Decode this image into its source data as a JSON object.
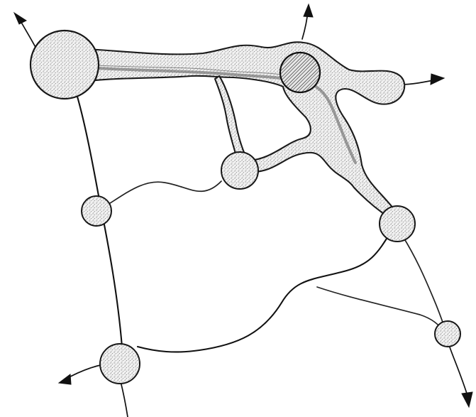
{
  "diagram": {
    "label": "",
    "elements": {
      "nodes": [
        {
          "name": "large-origin-node",
          "style": "stippled"
        },
        {
          "name": "hatched-center-node",
          "style": "hatched"
        },
        {
          "name": "branch-node",
          "style": "stippled"
        },
        {
          "name": "left-middle-node",
          "style": "stippled"
        },
        {
          "name": "right-middle-node",
          "style": "stippled"
        },
        {
          "name": "right-lower-node",
          "style": "stippled"
        },
        {
          "name": "bottom-left-node",
          "style": "stippled"
        }
      ],
      "arrow_directions": [
        "up-left",
        "up",
        "right",
        "down-left",
        "down-right"
      ]
    },
    "colors": {
      "ink": "#111111",
      "stipple": "#b8b8b8",
      "background": "#ffffff"
    }
  }
}
